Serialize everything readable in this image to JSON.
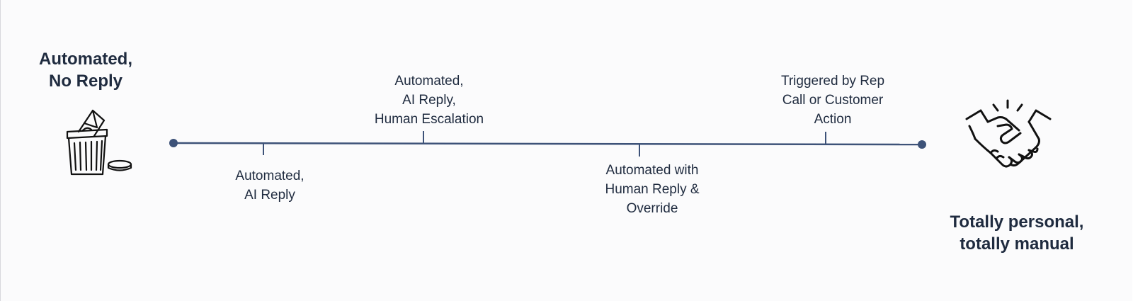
{
  "left_end": {
    "title_line1": "Automated,",
    "title_line2": "No Reply",
    "icon": "trash-can-icon"
  },
  "right_end": {
    "title_line1": "Totally personal,",
    "title_line2": "totally manual",
    "icon": "handshake-icon"
  },
  "stages": {
    "ai_reply": {
      "line1": "Automated,",
      "line2": "AI Reply"
    },
    "escalation": {
      "line1": "Automated,",
      "line2": "AI Reply,",
      "line3": "Human Escalation"
    },
    "human_reply": {
      "line1": "Automated with",
      "line2": "Human Reply &",
      "line3": "Override"
    },
    "triggered": {
      "line1": "Triggered by Rep",
      "line2": "Call or Customer",
      "line3": "Action"
    }
  },
  "colors": {
    "axis": "#3d5278",
    "text": "#1f2b3f"
  }
}
